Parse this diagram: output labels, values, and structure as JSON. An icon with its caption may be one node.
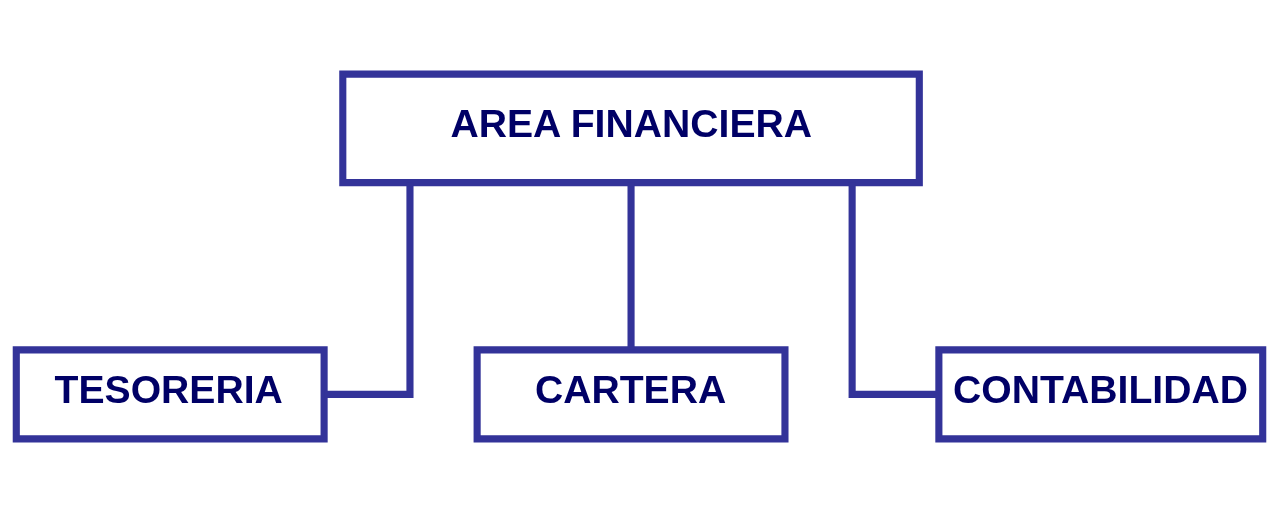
{
  "diagram": {
    "nodes": [
      {
        "text": [
          "AREA FINANCIERA"
        ]
      },
      {
        "text": [
          "TESORERIA"
        ]
      },
      {
        "text": [
          "CARTERA"
        ]
      },
      {
        "text": [
          "CONTABILIDAD"
        ]
      }
    ],
    "edges": [
      {
        "from": 0,
        "to": 1,
        "arrow": "none"
      },
      {
        "from": 0,
        "to": 2,
        "arrow": "none"
      },
      {
        "from": 0,
        "to": 3,
        "arrow": "none"
      }
    ]
  }
}
